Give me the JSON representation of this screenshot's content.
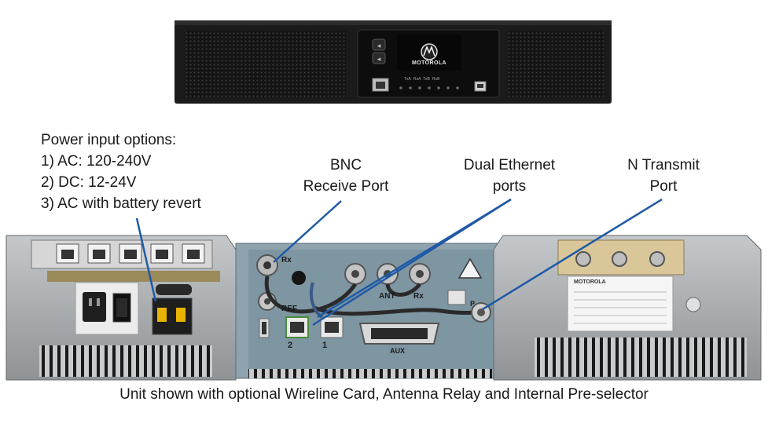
{
  "front_panel": {
    "brand_text": "MOTOROLA",
    "led_labels": [
      "TxA",
      "RxA",
      "TxB",
      "RxB"
    ]
  },
  "power": {
    "title": "Power input options:",
    "options": [
      "1)  AC: 120-240V",
      "2)  DC: 12-24V",
      "3)  AC with battery revert"
    ]
  },
  "callouts": {
    "bnc": [
      "BNC",
      "Receive Port"
    ],
    "ethernet": [
      "Dual Ethernet",
      "ports"
    ],
    "n_transmit": [
      "N Transmit",
      "Port"
    ]
  },
  "rear_panel": {
    "port_labels": {
      "rx_top": "Rx",
      "ant": "ANT",
      "rx": "Rx",
      "ref": "REF",
      "eth2": "2",
      "eth1": "1",
      "aux": "AUX",
      "p": "P"
    },
    "right_brand_text": "MOTOROLA"
  },
  "caption": "Unit shown with optional Wireline Card, Antenna Relay and Internal Pre-selector",
  "colors": {
    "callout_line": "#1f5aa6",
    "chassis_dark": "#1c1c1c",
    "metal": "#a7abae",
    "connector_panel": "#7f97a3"
  }
}
